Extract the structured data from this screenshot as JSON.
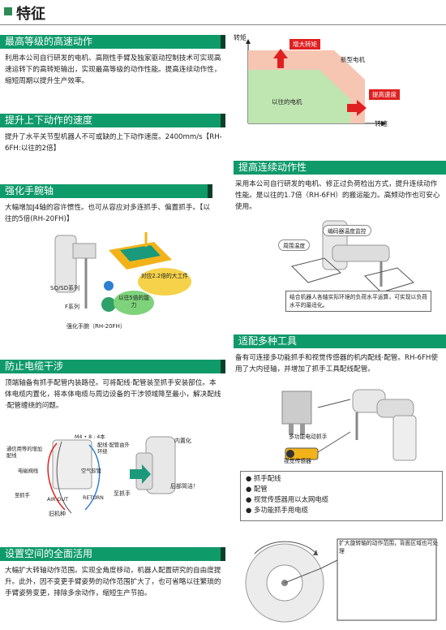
{
  "page_title": "特征",
  "s1": {
    "header": "最高等级的高速动作",
    "body": "利用本公司自行研发的电机、高刚性手臂及独家驱动控制技术可实现高速运转下的高转矩输出，实现最高等级的动作性能。提高连续动作性，缩短周期以提升生产效率。"
  },
  "torque_chart": {
    "y_label": "转矩",
    "x_label": "转速",
    "increase_label": "增大转矩",
    "new_motor_label": "新型电机",
    "old_motor_label": "以往的电机",
    "speed_label": "提高速度"
  },
  "s2": {
    "header": "提升上下动作的速度",
    "body": "提升了水平关节型机器人不可或缺的上下动作速度。2400mm/s【RH-6FH:以往的2倍】"
  },
  "s3": {
    "header": "强化手腕轴",
    "body": "大幅增加J4轴的容许惯性。也可从容应对多连抓手、偏置抓手。【以往的5倍(RH-20FH)】",
    "callout_work": "对应2.2倍的大工件",
    "callout_5x": "以往5倍的能力",
    "series_sq": "SQ/SD系列",
    "series_f": "F系列",
    "wrist_caption": "强化手腕（RH-20FH）"
  },
  "s4": {
    "header": "提高连续动作性",
    "body": "采用本公司自行研发的电机、修正过负荷检出方式，提升连续动作性能。是以往的1.7倍（RH-6FH）的搬运能力。高频动作也可安心使用。",
    "ambient": "周围温度",
    "encoder": "编码器温度监控",
    "note": "结合机器人各轴实际环境的负荷水平运算，可实现以负荷水平的最适化。"
  },
  "s5": {
    "header": "适配多种工具",
    "body": "备有可连接多功能抓手和视觉传感器的机内配线·配管。RH-6FH使用了大内径轴，并增加了抓手工具配线配管。",
    "gripper_label": "多功能电动抓手",
    "sensor_label": "视觉传感器",
    "bullets": [
      "抓手配线",
      "配管",
      "视觉传感器用以太网电缆",
      "多功能抓手用电缆"
    ]
  },
  "s6": {
    "header": "防止电缆干涉",
    "body": "顶端轴备有抓手配管内装路径。可将配线·配管装至抓手安装部位。本体电缆内置化，将本体电缆与周边设备的干涉领域降至最小，解决配线·配管缠绕的问题。",
    "m4": "M4 • 8 : 4本",
    "comm_label": "通信用等的增加配线",
    "wiring_label": "配线·配管由外环绕",
    "cable_label": "电磁阀线",
    "air_label": "空气软管",
    "gripper": "至抓手",
    "air_out": "AIR OUT",
    "return": "RETURN",
    "old_model": "旧机种",
    "internal": "内置化",
    "to_gripper": "至抓手",
    "rear": "后部简洁！"
  },
  "s7": {
    "header": "设置空间的全面活用",
    "body": "大幅扩大转轴动作范围。实现全角度移动，机器人配置研究的自由度提升。此外，因不变更手臂姿势的动作范围扩大了，也可省略以往繁琐的手臂姿势变更，排除多余动作，缩短生产节拍。",
    "range_note": "扩大旋转轴的动作范围，背面区域也可处理"
  },
  "colors": {
    "header_green": "#0f9a6a",
    "header_dark": "#0c3f2a",
    "accent_red": "#e02020",
    "chart_pink": "#f6c6b3",
    "chart_green": "#bfe6b0"
  }
}
